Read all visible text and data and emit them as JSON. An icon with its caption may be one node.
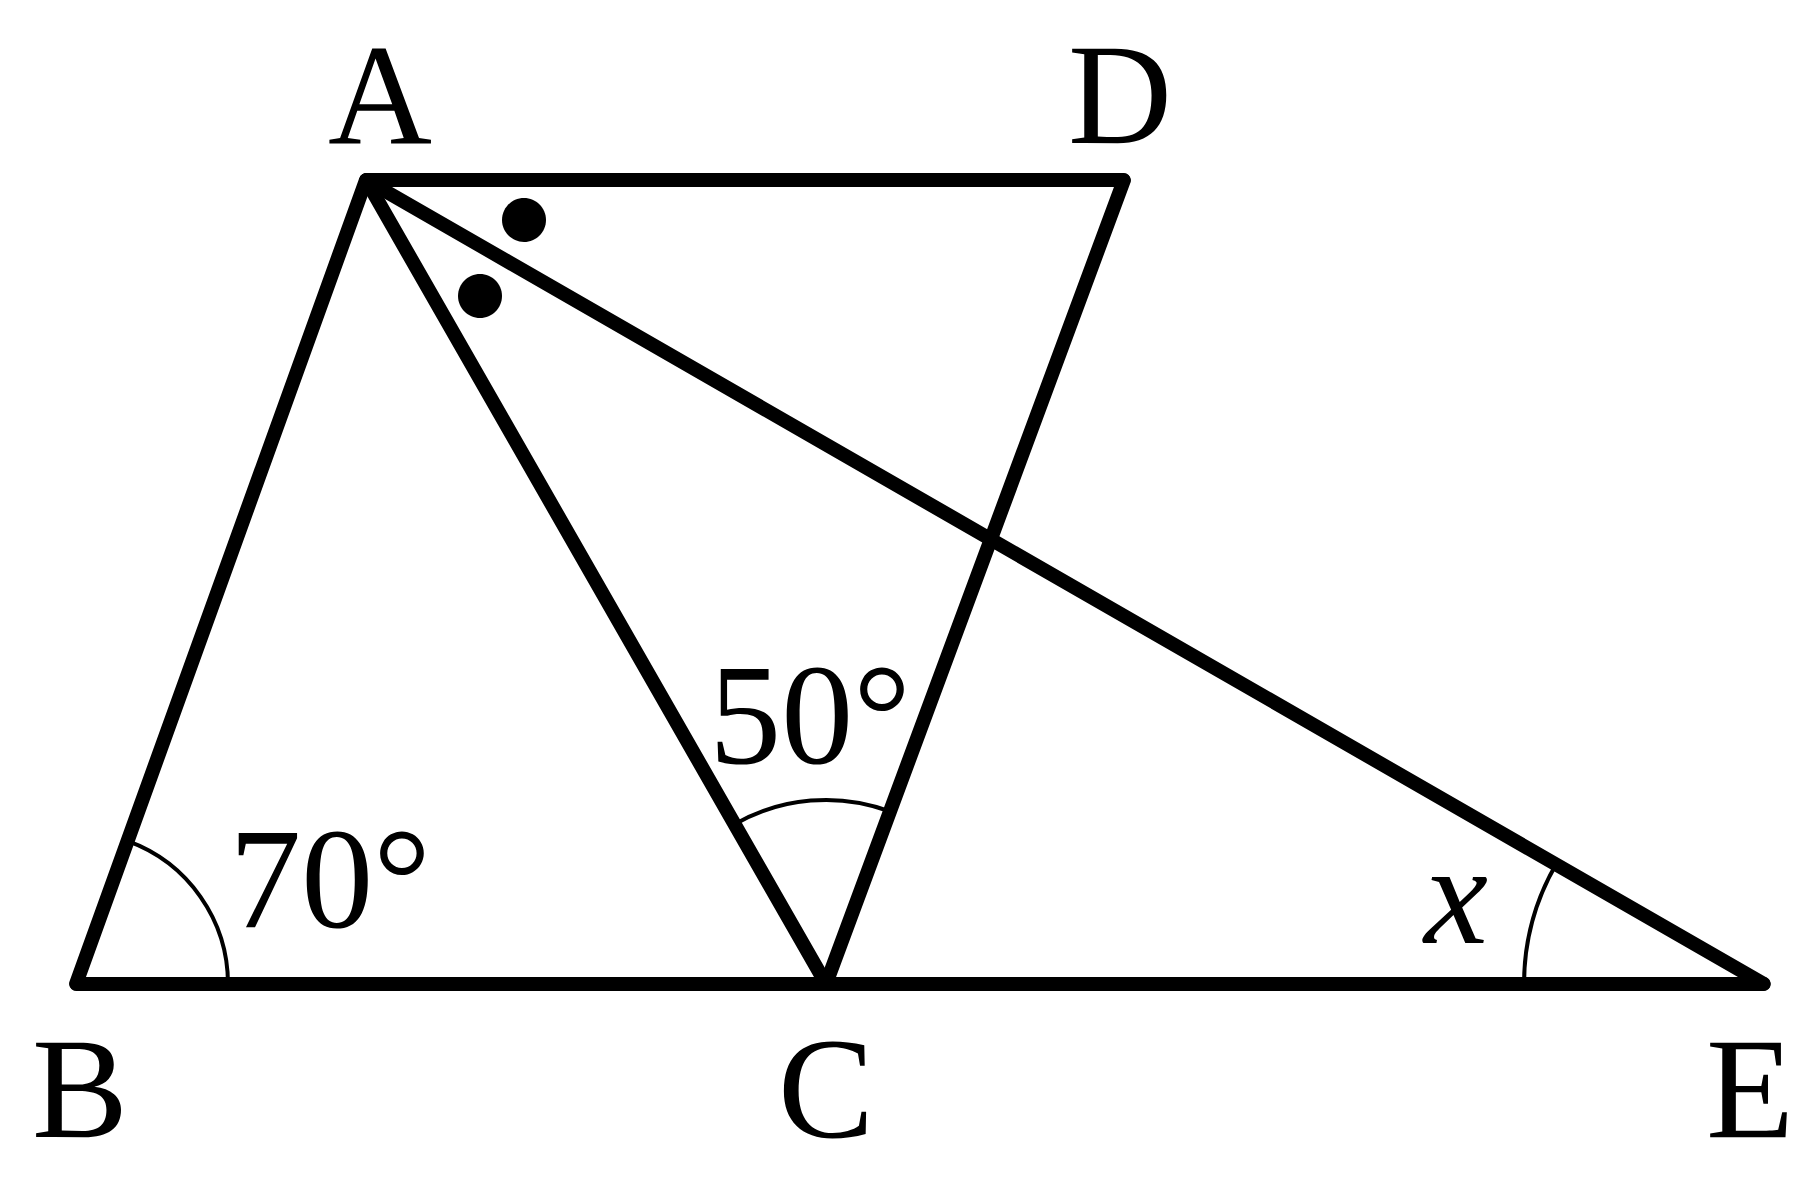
{
  "diagram": {
    "nodes": [
      {
        "text": [
          "A"
        ]
      },
      {
        "text": [
          "D"
        ]
      },
      {
        "text": [
          "B"
        ]
      },
      {
        "text": [
          "C"
        ]
      },
      {
        "text": [
          "E"
        ]
      }
    ],
    "edges": [
      {
        "from": 0,
        "to": 2,
        "arrow": "none"
      },
      {
        "from": 0,
        "to": 1,
        "arrow": "none"
      },
      {
        "from": 0,
        "to": 3,
        "arrow": "none"
      },
      {
        "from": 0,
        "to": 4,
        "arrow": "none"
      },
      {
        "from": 2,
        "to": 3,
        "arrow": "none"
      },
      {
        "from": 3,
        "to": 4,
        "arrow": "none"
      },
      {
        "from": 3,
        "to": 1,
        "arrow": "none"
      }
    ],
    "labels": [
      "70°",
      "50°",
      "x"
    ]
  }
}
